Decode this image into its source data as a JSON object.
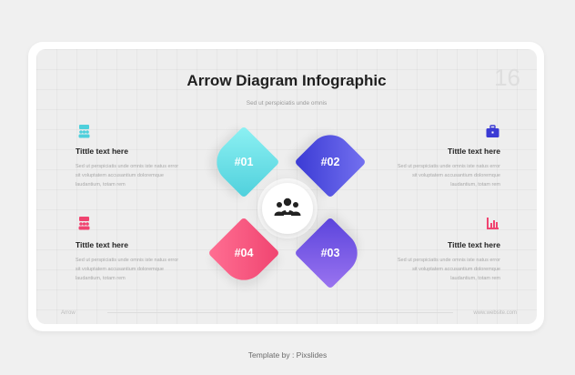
{
  "slide": {
    "title": "Arrow Diagram Infographic",
    "subtitle": "Sed ut perspiciatis unde omnis",
    "page_number": "16",
    "footer_left": "Arrow",
    "footer_right": "www.website.com"
  },
  "items": [
    {
      "heading": "Tittle text here",
      "body": "Sed ut perspiciatis unde omnis iste natus error sit voluptatem accusantium doloremque laudantium, totam rem",
      "icon": "team-icon",
      "color": "#4fd0dc"
    },
    {
      "heading": "Tittle text here",
      "body": "Sed ut perspiciatis unde omnis iste natus error sit voluptatem accusantium doloremque laudantium, totam rem",
      "icon": "briefcase-icon",
      "color": "#3a3ad4"
    },
    {
      "heading": "Tittle text here",
      "body": "Sed ut perspiciatis unde omnis iste natus error sit voluptatem accusantium doloremque laudantium, totam rem",
      "icon": "team-board-icon",
      "color": "#f04470"
    },
    {
      "heading": "Tittle text here",
      "body": "Sed ut perspiciatis unde omnis iste natus error sit voluptatem accusantium doloremque laudantium, totam rem",
      "icon": "bar-chart-icon",
      "color": "#f04470"
    }
  ],
  "pointers": [
    {
      "label": "#01",
      "color": "#4fd0dc"
    },
    {
      "label": "#02",
      "color": "#3a3ad4"
    },
    {
      "label": "#03",
      "color": "#5a44dc"
    },
    {
      "label": "#04",
      "color": "#f04470"
    }
  ],
  "hub": {
    "icon": "group-icon"
  },
  "credit": "Template by : Pixslides"
}
